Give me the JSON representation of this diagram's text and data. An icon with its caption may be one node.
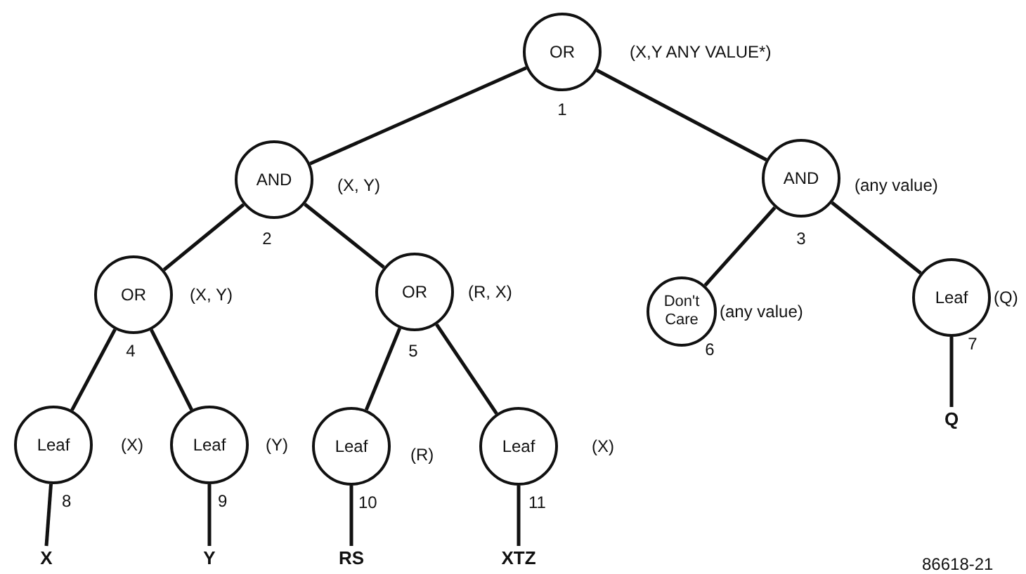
{
  "diagram": {
    "nodes": [
      {
        "text": [
          "OR"
        ],
        "beside": [
          "(X,Y ANY VALUE*)",
          "1"
        ]
      },
      {
        "text": [
          "AND"
        ],
        "beside": [
          "(X, Y)",
          "2"
        ]
      },
      {
        "text": [
          "AND"
        ],
        "beside": [
          "(any value)",
          "3"
        ]
      },
      {
        "text": [
          "OR"
        ],
        "beside": [
          "(X, Y)",
          "4"
        ]
      },
      {
        "text": [
          "OR"
        ],
        "beside": [
          "(R, X)",
          "5"
        ]
      },
      {
        "text": [
          "Don't Care"
        ],
        "beside": [
          "(any value)",
          "6"
        ]
      },
      {
        "text": [
          "Leaf"
        ],
        "beside": [
          "(Q)",
          "7"
        ]
      },
      {
        "text": [
          "Leaf"
        ],
        "beside": [
          "(X)",
          "8"
        ]
      },
      {
        "text": [
          "Leaf"
        ],
        "beside": [
          "(Y)",
          "9"
        ]
      },
      {
        "text": [
          "Leaf"
        ],
        "beside": [
          "(R)",
          "10"
        ]
      },
      {
        "text": [
          "Leaf"
        ],
        "beside": [
          "(X)",
          "11"
        ]
      },
      {
        "text": [
          "Q"
        ]
      },
      {
        "text": [
          "X"
        ]
      },
      {
        "text": [
          "Y"
        ]
      },
      {
        "text": [
          "RS"
        ]
      },
      {
        "text": [
          "XTZ"
        ]
      }
    ],
    "edges": [
      {
        "from": 0,
        "to": 1,
        "arrow": "none"
      },
      {
        "from": 0,
        "to": 2,
        "arrow": "none"
      },
      {
        "from": 1,
        "to": 3,
        "arrow": "none"
      },
      {
        "from": 1,
        "to": 4,
        "arrow": "none"
      },
      {
        "from": 2,
        "to": 5,
        "arrow": "none"
      },
      {
        "from": 2,
        "to": 6,
        "arrow": "none"
      },
      {
        "from": 3,
        "to": 7,
        "arrow": "none"
      },
      {
        "from": 3,
        "to": 8,
        "arrow": "none"
      },
      {
        "from": 4,
        "to": 9,
        "arrow": "none"
      },
      {
        "from": 4,
        "to": 10,
        "arrow": "none"
      },
      {
        "from": 6,
        "to": 11,
        "arrow": "none"
      },
      {
        "from": 7,
        "to": 12,
        "arrow": "none"
      },
      {
        "from": 8,
        "to": 13,
        "arrow": "none"
      },
      {
        "from": 9,
        "to": 14,
        "arrow": "none"
      },
      {
        "from": 10,
        "to": 15,
        "arrow": "none"
      }
    ],
    "labels": [
      "86618-21"
    ]
  }
}
